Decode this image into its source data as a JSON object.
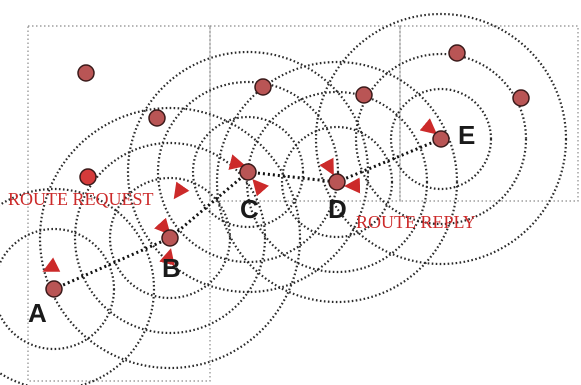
{
  "colors": {
    "node_fill": "#b95555",
    "node_active_fill": "#d43a3a",
    "route_line": "#cc2a2a",
    "label_text": "#1a1a1a",
    "message_text": "#cc2a2a"
  },
  "nodes": {
    "a": "A",
    "b": "B",
    "c": "C",
    "d": "D",
    "e": "E"
  },
  "messages": {
    "request": "ROUTE REQUEST",
    "reply": "ROUTE REPLY"
  }
}
